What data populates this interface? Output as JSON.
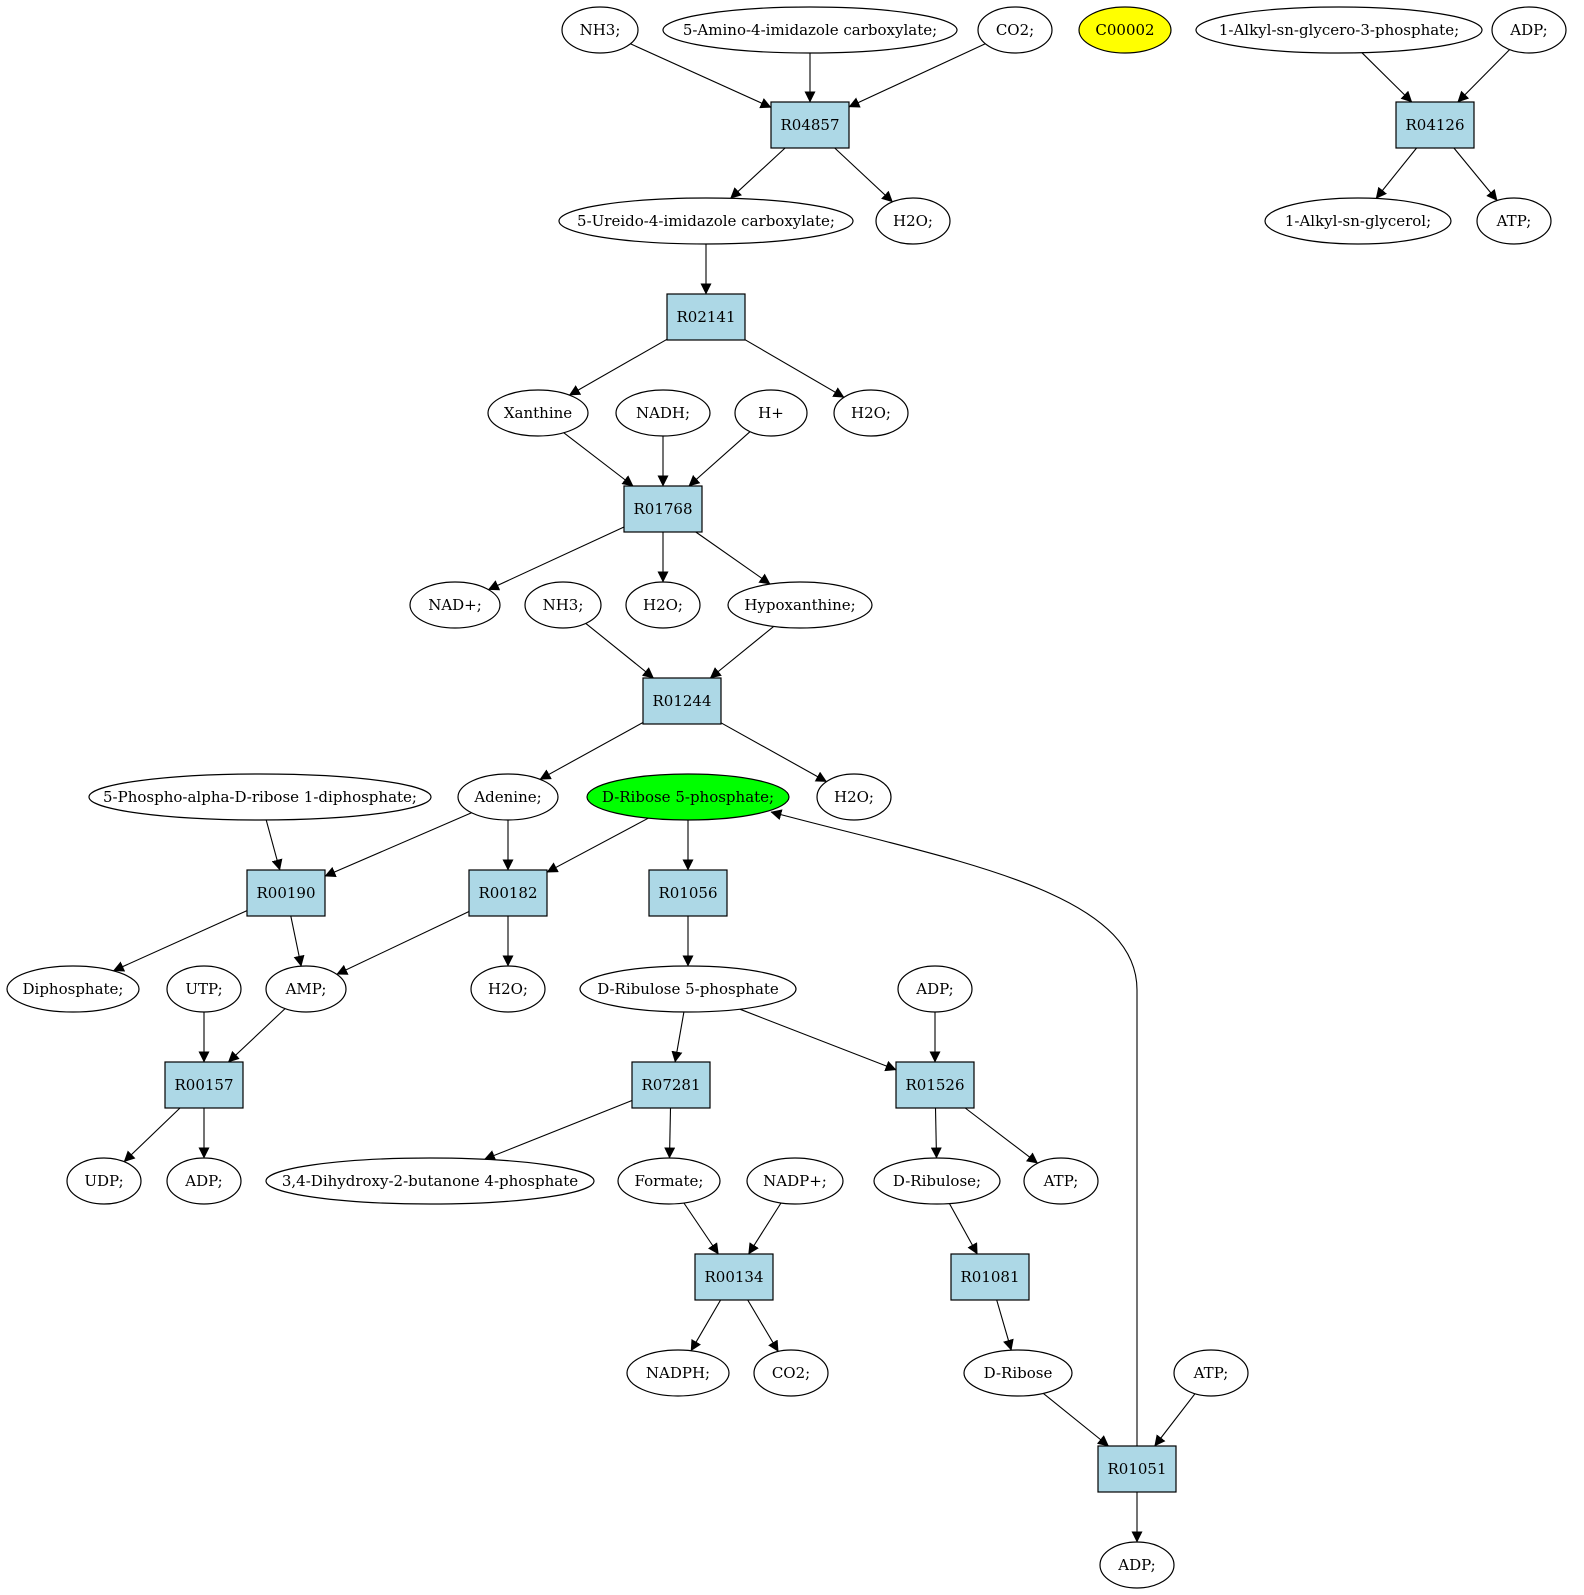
{
  "colors": {
    "reaction_fill": "#add8e6",
    "compound_fill": "#ffffff",
    "highlight_green": "#00ff00",
    "highlight_yellow": "#ffff00",
    "stroke": "#000000"
  },
  "nodes": [
    {
      "id": "nh3_top",
      "label": "NH3;",
      "kind": "compound"
    },
    {
      "id": "amino_imid",
      "label": "5-Amino-4-imidazole carboxylate;",
      "kind": "compound"
    },
    {
      "id": "co2_top",
      "label": "CO2;",
      "kind": "compound"
    },
    {
      "id": "c00002",
      "label": "C00002",
      "kind": "compound",
      "fill": "highlight_yellow"
    },
    {
      "id": "alkyl_g3p",
      "label": "1-Alkyl-sn-glycero-3-phosphate;",
      "kind": "compound"
    },
    {
      "id": "adp_top",
      "label": "ADP;",
      "kind": "compound"
    },
    {
      "id": "r04857",
      "label": "R04857",
      "kind": "reaction"
    },
    {
      "id": "r04126",
      "label": "R04126",
      "kind": "reaction"
    },
    {
      "id": "ureido",
      "label": "5-Ureido-4-imidazole carboxylate;",
      "kind": "compound"
    },
    {
      "id": "h2o_1",
      "label": "H2O;",
      "kind": "compound"
    },
    {
      "id": "alkyl_glycerol",
      "label": "1-Alkyl-sn-glycerol;",
      "kind": "compound"
    },
    {
      "id": "atp_top",
      "label": "ATP;",
      "kind": "compound"
    },
    {
      "id": "r02141",
      "label": "R02141",
      "kind": "reaction"
    },
    {
      "id": "xanthine",
      "label": "Xanthine",
      "kind": "compound"
    },
    {
      "id": "nadh",
      "label": "NADH;",
      "kind": "compound"
    },
    {
      "id": "hplus",
      "label": "H+",
      "kind": "compound"
    },
    {
      "id": "h2o_2",
      "label": "H2O;",
      "kind": "compound"
    },
    {
      "id": "r01768",
      "label": "R01768",
      "kind": "reaction"
    },
    {
      "id": "nadplus",
      "label": "NAD+;",
      "kind": "compound"
    },
    {
      "id": "nh3_mid",
      "label": "NH3;",
      "kind": "compound"
    },
    {
      "id": "h2o_3",
      "label": "H2O;",
      "kind": "compound"
    },
    {
      "id": "hypoxanthine",
      "label": "Hypoxanthine;",
      "kind": "compound"
    },
    {
      "id": "r01244",
      "label": "R01244",
      "kind": "reaction"
    },
    {
      "id": "prpp",
      "label": "5-Phospho-alpha-D-ribose 1-diphosphate;",
      "kind": "compound"
    },
    {
      "id": "adenine",
      "label": "Adenine;",
      "kind": "compound"
    },
    {
      "id": "ribose5p",
      "label": "D-Ribose 5-phosphate;",
      "kind": "compound",
      "fill": "highlight_green"
    },
    {
      "id": "h2o_4",
      "label": "H2O;",
      "kind": "compound"
    },
    {
      "id": "r00190",
      "label": "R00190",
      "kind": "reaction"
    },
    {
      "id": "r00182",
      "label": "R00182",
      "kind": "reaction"
    },
    {
      "id": "r01056",
      "label": "R01056",
      "kind": "reaction"
    },
    {
      "id": "diphosphate",
      "label": "Diphosphate;",
      "kind": "compound"
    },
    {
      "id": "utp",
      "label": "UTP;",
      "kind": "compound"
    },
    {
      "id": "amp",
      "label": "AMP;",
      "kind": "compound"
    },
    {
      "id": "h2o_5",
      "label": "H2O;",
      "kind": "compound"
    },
    {
      "id": "ribulose5p",
      "label": "D-Ribulose 5-phosphate",
      "kind": "compound"
    },
    {
      "id": "adp_mid",
      "label": "ADP;",
      "kind": "compound"
    },
    {
      "id": "r00157",
      "label": "R00157",
      "kind": "reaction"
    },
    {
      "id": "r07281",
      "label": "R07281",
      "kind": "reaction"
    },
    {
      "id": "r01526",
      "label": "R01526",
      "kind": "reaction"
    },
    {
      "id": "udp",
      "label": "UDP;",
      "kind": "compound"
    },
    {
      "id": "adp_low",
      "label": "ADP;",
      "kind": "compound"
    },
    {
      "id": "dhbp",
      "label": "3,4-Dihydroxy-2-butanone 4-phosphate",
      "kind": "compound"
    },
    {
      "id": "formate",
      "label": "Formate;",
      "kind": "compound"
    },
    {
      "id": "nadpplus",
      "label": "NADP+;",
      "kind": "compound"
    },
    {
      "id": "dribulose",
      "label": "D-Ribulose;",
      "kind": "compound"
    },
    {
      "id": "atp_mid",
      "label": "ATP;",
      "kind": "compound"
    },
    {
      "id": "r00134",
      "label": "R00134",
      "kind": "reaction"
    },
    {
      "id": "r01081",
      "label": "R01081",
      "kind": "reaction"
    },
    {
      "id": "nadph",
      "label": "NADPH;",
      "kind": "compound"
    },
    {
      "id": "co2_low",
      "label": "CO2;",
      "kind": "compound"
    },
    {
      "id": "dribose",
      "label": "D-Ribose",
      "kind": "compound"
    },
    {
      "id": "atp_low",
      "label": "ATP;",
      "kind": "compound"
    },
    {
      "id": "r01051",
      "label": "R01051",
      "kind": "reaction"
    },
    {
      "id": "adp_bottom",
      "label": "ADP;",
      "kind": "compound"
    }
  ],
  "edges": [
    [
      "nh3_top",
      "r04857"
    ],
    [
      "amino_imid",
      "r04857"
    ],
    [
      "co2_top",
      "r04857"
    ],
    [
      "r04857",
      "ureido"
    ],
    [
      "r04857",
      "h2o_1"
    ],
    [
      "alkyl_g3p",
      "r04126"
    ],
    [
      "adp_top",
      "r04126"
    ],
    [
      "r04126",
      "alkyl_glycerol"
    ],
    [
      "r04126",
      "atp_top"
    ],
    [
      "ureido",
      "r02141"
    ],
    [
      "r02141",
      "xanthine"
    ],
    [
      "r02141",
      "h2o_2"
    ],
    [
      "xanthine",
      "r01768"
    ],
    [
      "nadh",
      "r01768"
    ],
    [
      "hplus",
      "r01768"
    ],
    [
      "r01768",
      "nadplus"
    ],
    [
      "r01768",
      "h2o_3"
    ],
    [
      "r01768",
      "hypoxanthine"
    ],
    [
      "nh3_mid",
      "r01244"
    ],
    [
      "hypoxanthine",
      "r01244"
    ],
    [
      "r01244",
      "adenine"
    ],
    [
      "r01244",
      "h2o_4"
    ],
    [
      "prpp",
      "r00190"
    ],
    [
      "adenine",
      "r00190"
    ],
    [
      "adenine",
      "r00182"
    ],
    [
      "ribose5p",
      "r00182"
    ],
    [
      "ribose5p",
      "r01056"
    ],
    [
      "r00190",
      "diphosphate"
    ],
    [
      "r00190",
      "amp"
    ],
    [
      "r00182",
      "amp"
    ],
    [
      "r00182",
      "h2o_5"
    ],
    [
      "r01056",
      "ribulose5p"
    ],
    [
      "utp",
      "r00157"
    ],
    [
      "amp",
      "r00157"
    ],
    [
      "r00157",
      "udp"
    ],
    [
      "r00157",
      "adp_low"
    ],
    [
      "ribulose5p",
      "r07281"
    ],
    [
      "ribulose5p",
      "r01526"
    ],
    [
      "adp_mid",
      "r01526"
    ],
    [
      "r07281",
      "dhbp"
    ],
    [
      "r07281",
      "formate"
    ],
    [
      "r01526",
      "dribulose"
    ],
    [
      "r01526",
      "atp_mid"
    ],
    [
      "formate",
      "r00134"
    ],
    [
      "nadpplus",
      "r00134"
    ],
    [
      "r00134",
      "nadph"
    ],
    [
      "r00134",
      "co2_low"
    ],
    [
      "dribulose",
      "r01081"
    ],
    [
      "r01081",
      "dribose"
    ],
    [
      "dribose",
      "r01051"
    ],
    [
      "atp_low",
      "r01051"
    ],
    [
      "r01051",
      "adp_bottom"
    ],
    [
      "r01051",
      "ribose5p"
    ]
  ]
}
